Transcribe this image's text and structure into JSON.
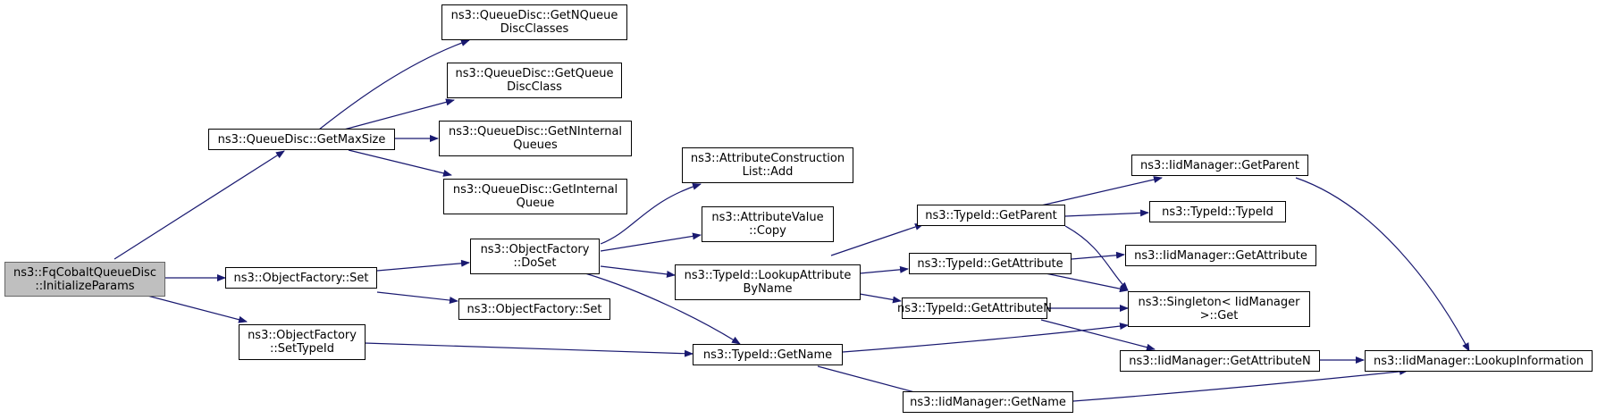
{
  "colors": {
    "edge": "#191970",
    "root_fill": "#bfbfbf",
    "node_fill": "#ffffff",
    "border": "#000000"
  },
  "nodes": {
    "root": {
      "l1": "ns3::FqCobaltQueueDisc",
      "l2": "::InitializeParams"
    },
    "getmaxsize": {
      "l1": "ns3::QueueDisc::GetMaxSize"
    },
    "of_set": {
      "l1": "ns3::ObjectFactory::Set"
    },
    "of_settypeid": {
      "l1": "ns3::ObjectFactory",
      "l2": "::SetTypeId"
    },
    "getnqdc": {
      "l1": "ns3::QueueDisc::GetNQueue",
      "l2": "DiscClasses"
    },
    "getqdc": {
      "l1": "ns3::QueueDisc::GetQueue",
      "l2": "DiscClass"
    },
    "getniq": {
      "l1": "ns3::QueueDisc::GetNInternal",
      "l2": "Queues"
    },
    "getiq": {
      "l1": "ns3::QueueDisc::GetInternal",
      "l2": "Queue"
    },
    "doset": {
      "l1": "ns3::ObjectFactory",
      "l2": "::DoSet"
    },
    "of_set2": {
      "l1": "ns3::ObjectFactory::Set"
    },
    "acl_add": {
      "l1": "ns3::AttributeConstruction",
      "l2": "List::Add"
    },
    "av_copy": {
      "l1": "ns3::AttributeValue",
      "l2": "::Copy"
    },
    "lookupattr": {
      "l1": "ns3::TypeId::LookupAttribute",
      "l2": "ByName"
    },
    "getname": {
      "l1": "ns3::TypeId::GetName"
    },
    "getparent": {
      "l1": "ns3::TypeId::GetParent"
    },
    "getattribute": {
      "l1": "ns3::TypeId::GetAttribute"
    },
    "getattributen": {
      "l1": "ns3::TypeId::GetAttributeN"
    },
    "iid_getname": {
      "l1": "ns3::IidManager::GetName"
    },
    "iid_getparent": {
      "l1": "ns3::IidManager::GetParent"
    },
    "typeid_ctor": {
      "l1": "ns3::TypeId::TypeId"
    },
    "iid_getattribute": {
      "l1": "ns3::IidManager::GetAttribute"
    },
    "singleton_get": {
      "l1": "ns3::Singleton< IidManager",
      "l2": ">::Get"
    },
    "iid_getattributen": {
      "l1": "ns3::IidManager::GetAttributeN"
    },
    "iid_lookup": {
      "l1": "ns3::IidManager::LookupInformation"
    }
  }
}
